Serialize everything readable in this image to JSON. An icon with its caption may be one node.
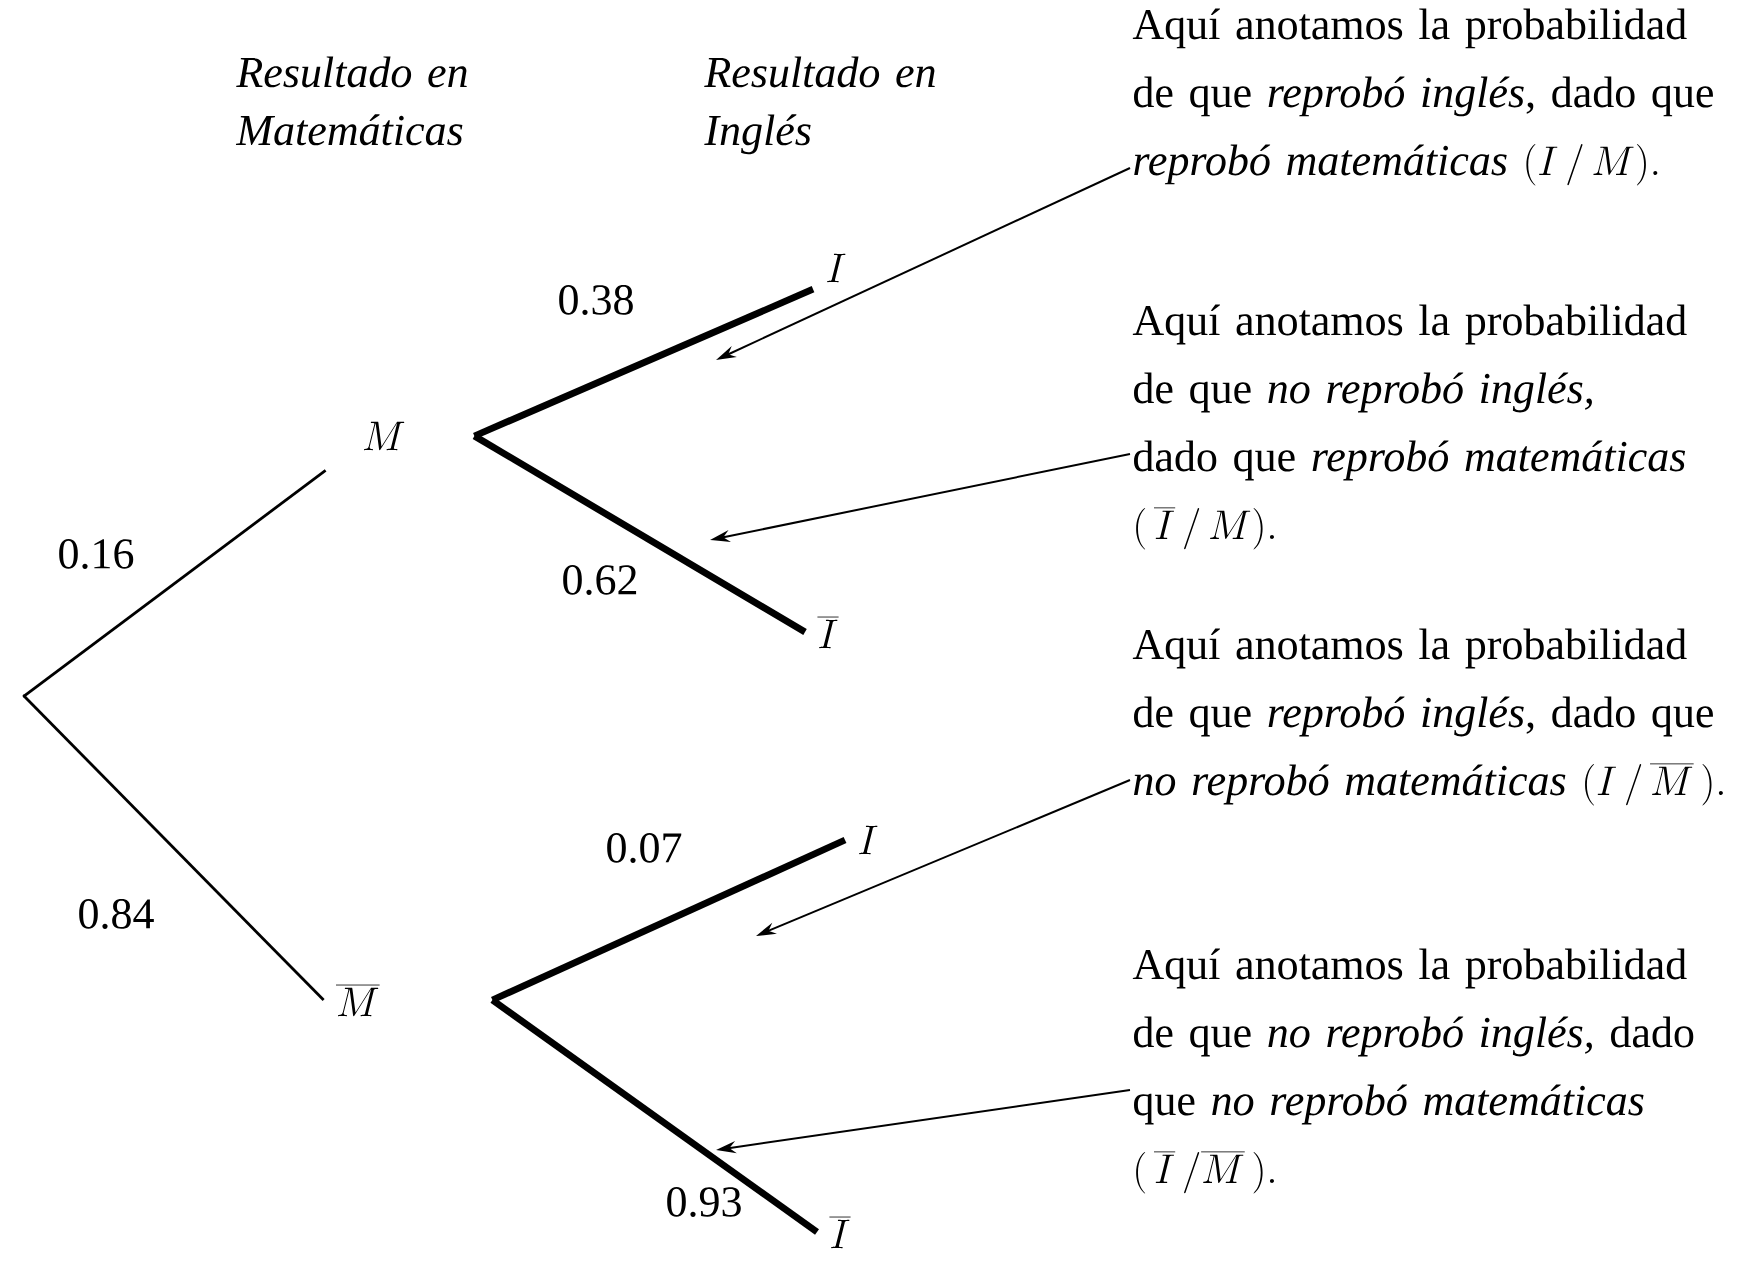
{
  "diagram": {
    "nodes": [
      {
        "text": [],
        "shape": "point"
      },
      {
        "text": [
          "M"
        ]
      },
      {
        "text": [
          "\\overline{M}"
        ]
      },
      {
        "text": [
          "I"
        ]
      },
      {
        "text": [
          "\\overline{I}"
        ]
      },
      {
        "text": [
          "I"
        ]
      },
      {
        "text": [
          "\\overline{I}"
        ]
      },
      {
        "text": [
          "Aquí anotamos la probabilidad de que *reprobó inglés*, dado que *reprobó matemáticas*",
          "(I\\,/\\,M)."
        ]
      },
      {
        "text": [
          "Aquí anotamos la probabilidad de que *no reprobó inglés,* dado que *reprobó matemáticas*",
          "(\\,\\overline{I}\\,/\\,M)."
        ]
      },
      {
        "text": [
          "Aquí anotamos la probabilidad de que *reprobó inglés*, dado que *no reprobó matemáticas*",
          "(I\\,/\\,\\overline{M}\\,)."
        ]
      },
      {
        "text": [
          "Aquí anotamos la probabilidad de que *no reprobó inglés,* dado que *no reprobó matemáticas*",
          "(\\,\\overline{I}\\,/\\overline{M}\\,)."
        ]
      }
    ],
    "edges": [
      {
        "from": 0,
        "to": 1,
        "arrow": "none",
        "label": "0.16"
      },
      {
        "from": 0,
        "to": 2,
        "arrow": "none",
        "label": "0.84"
      },
      {
        "from": 1,
        "to": 3,
        "arrow": "none",
        "label": "0.38",
        "style": "thick"
      },
      {
        "from": 1,
        "to": 4,
        "arrow": "none",
        "label": "0.62",
        "style": "thick"
      },
      {
        "from": 2,
        "to": 5,
        "arrow": "none",
        "label": "0.07",
        "style": "thick"
      },
      {
        "from": 2,
        "to": 6,
        "arrow": "none",
        "label": "0.93",
        "style": "thick"
      },
      {
        "from": 7,
        "to": null,
        "arrow": "to"
      },
      {
        "from": 8,
        "to": null,
        "arrow": "to"
      },
      {
        "from": 9,
        "to": null,
        "arrow": "to"
      },
      {
        "from": 10,
        "to": null,
        "arrow": "to"
      }
    ],
    "labels": [
      "Resultado en Matemáticas",
      "Resultado en Inglés"
    ]
  }
}
